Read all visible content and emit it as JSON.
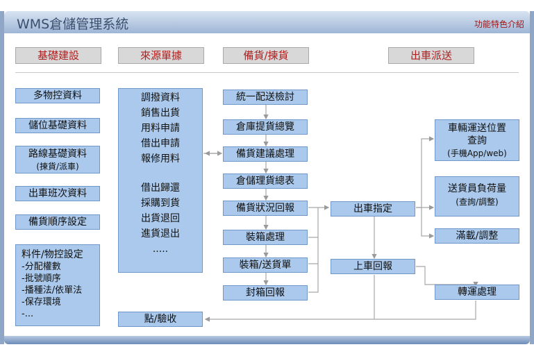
{
  "header": {
    "title": "WMS倉儲管理系統",
    "feature_link": "功能特色介紹"
  },
  "categories": [
    "基礎建設",
    "來源單據",
    "備貨/揀貨",
    "出車派送"
  ],
  "basic": {
    "items": [
      "多物控資料",
      "儲位基礎資料",
      "路線基礎資料",
      "(揀貨/派車)",
      "出車班次資料",
      "備貨順序設定"
    ],
    "config_title": "料件/物控設定",
    "config_items": [
      "-分配權數",
      "-批號順序",
      "-播種法/依單法",
      "-保存環境",
      "-..."
    ]
  },
  "source": {
    "group1": [
      "調撥資料",
      "銷售出貨",
      "用料申請",
      "借出申請",
      "報修用料"
    ],
    "group2": [
      "借出歸還",
      "採購到貨",
      "出貨退回",
      "進貨退出",
      "....."
    ]
  },
  "picking": [
    "統一配送檢討",
    "倉庫提貨總覽",
    "備貨建議處理",
    "倉儲理貨總表",
    "備貨狀況回報",
    "裝箱處理",
    "裝箱/送貨單",
    "封箱回報"
  ],
  "receive": "點/驗收",
  "dispatch": {
    "assign": "出車指定",
    "board": "上車回報",
    "tracking_title": "車輛運送位置",
    "tracking_sub1": "查詢",
    "tracking_sub2": "(手機App/web)",
    "load_title": "送貨員負荷量",
    "load_sub": "(查詢/調整)",
    "full": "滿載/調整",
    "transfer": "轉運處理"
  }
}
